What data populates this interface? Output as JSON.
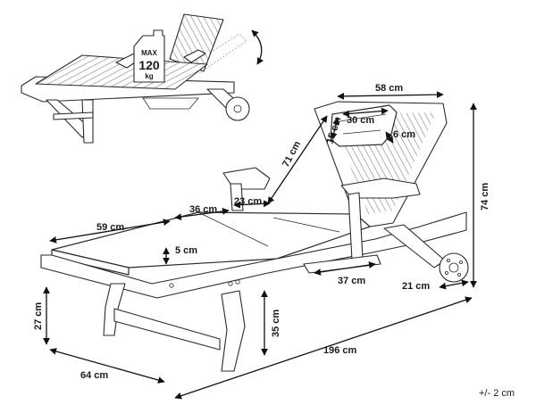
{
  "diagram": {
    "capacity_badge": {
      "line1": "MAX",
      "line2": "120",
      "line3": "kg"
    },
    "dimensions": {
      "width_back": "58 cm",
      "pillow_width": "30 cm",
      "pillow_depth": "15 cm",
      "pillow_height": "6 cm",
      "backrest_length": "71 cm",
      "overall_height": "74 cm",
      "seat_length": "59 cm",
      "mid_length": "36 cm",
      "arm_height": "23 cm",
      "cushion_thickness": "5 cm",
      "tray_length": "37 cm",
      "wheel_diameter": "21 cm",
      "seat_height": "35 cm",
      "leg_height": "27 cm",
      "overall_width": "64 cm",
      "overall_length": "196 cm"
    },
    "tolerance": "+/- 2 cm"
  }
}
